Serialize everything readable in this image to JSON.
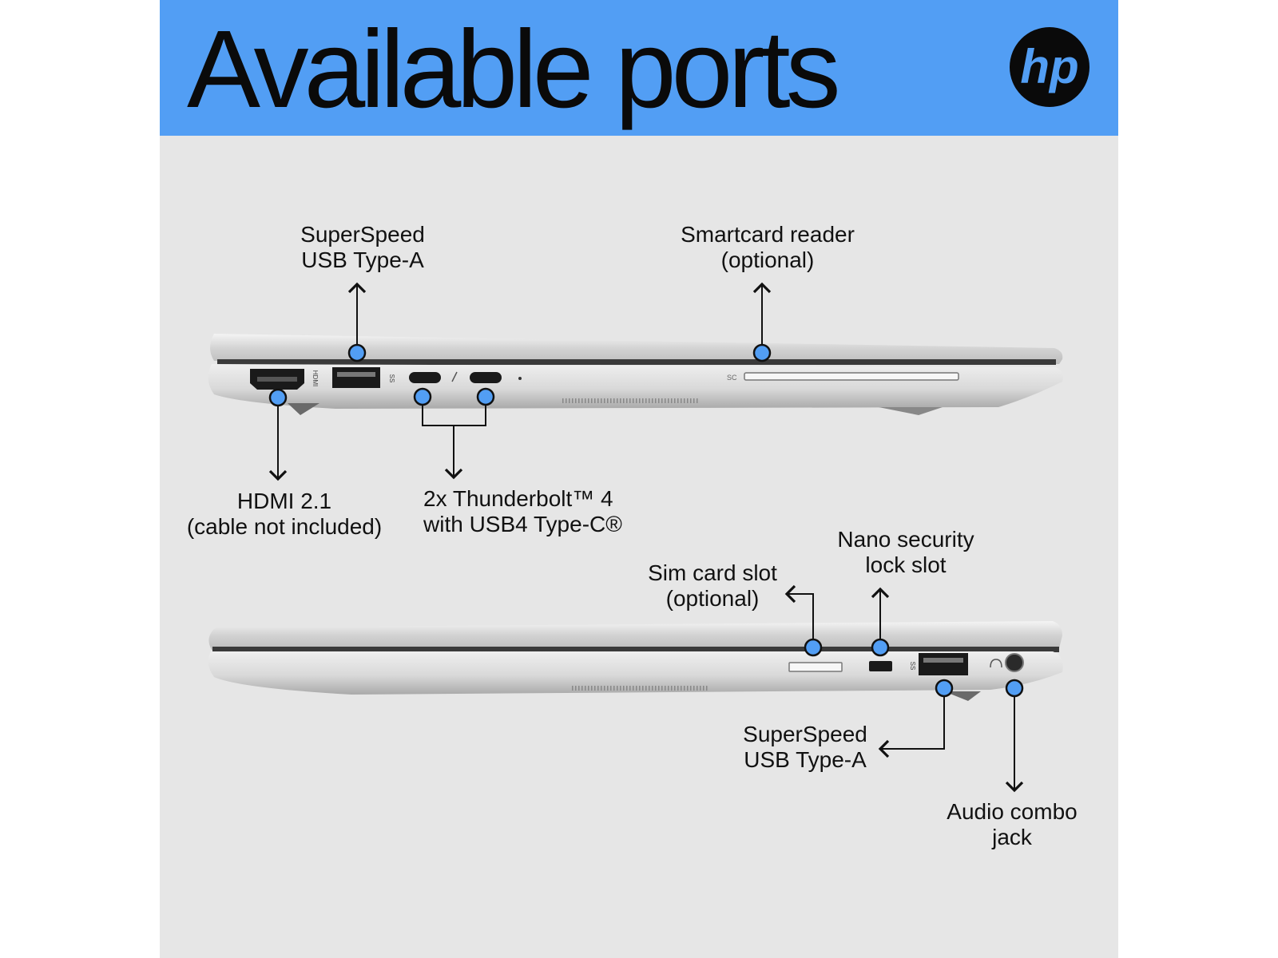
{
  "title": "Available ports",
  "logo": "hp",
  "top_view": {
    "labels": {
      "usb_a": [
        "SuperSpeed",
        "USB Type-A"
      ],
      "smartcard": [
        "Smartcard reader",
        "(optional)"
      ],
      "hdmi": [
        "HDMI 2.1",
        "(cable not included)"
      ],
      "thunderbolt": [
        "2x Thunderbolt™ 4",
        "with USB4 Type-C®"
      ]
    },
    "markings": {
      "hdmi": "HDMI",
      "sc": "SC",
      "ss": "SS"
    }
  },
  "bottom_view": {
    "labels": {
      "nano_lock": [
        "Nano security",
        "lock slot"
      ],
      "sim": [
        "Sim card slot",
        "(optional)"
      ],
      "usb_a": [
        "SuperSpeed",
        "USB Type-A"
      ],
      "audio": [
        "Audio combo",
        "jack"
      ]
    },
    "markings": {
      "ss": "SS"
    }
  },
  "colors": {
    "header": "#529ef4",
    "dot": "#529ef4",
    "background": "#e6e6e6"
  }
}
